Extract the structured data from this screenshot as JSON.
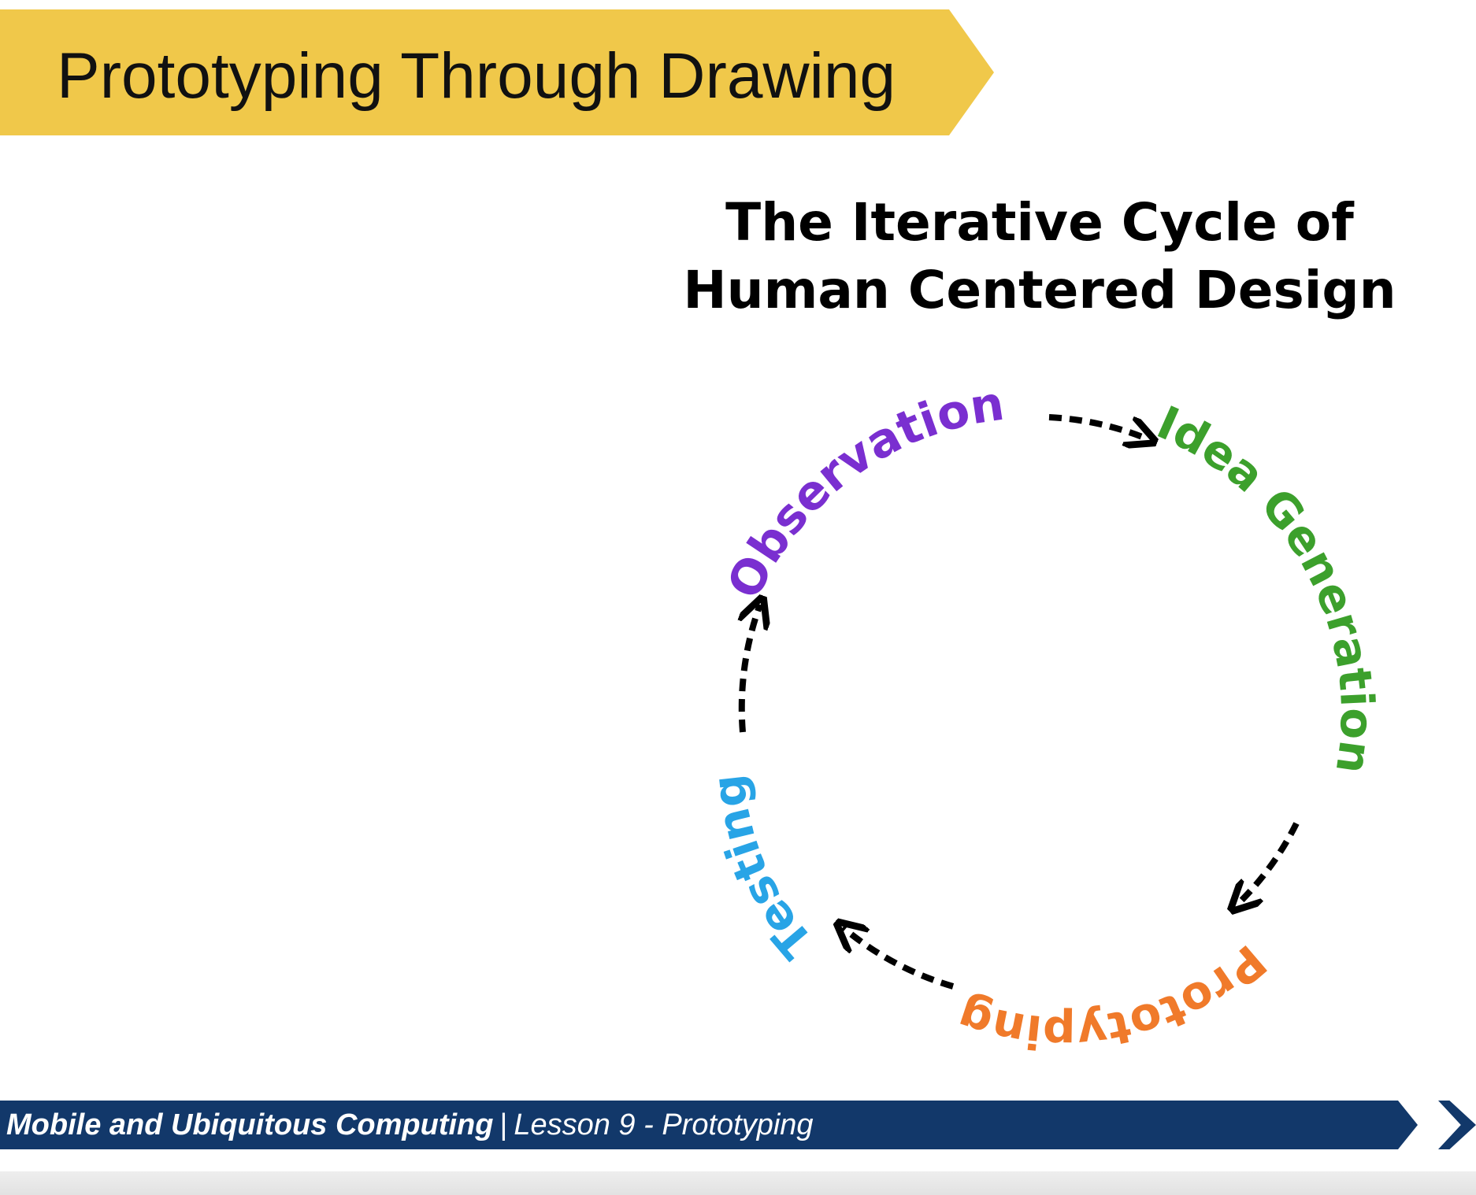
{
  "slide": {
    "title": "Prototyping Through Drawing",
    "banner_color": "#f0c84a"
  },
  "diagram": {
    "heading_line1": "The Iterative Cycle of",
    "heading_line2": "Human Centered Design",
    "stages": [
      {
        "label": "Observation",
        "color": "#7a2fd0"
      },
      {
        "label": "Idea Generation",
        "color": "#3ca02c"
      },
      {
        "label": "Prototyping",
        "color": "#f07a2a"
      },
      {
        "label": "Testing",
        "color": "#28a4e6"
      }
    ],
    "arrow_color": "#000000"
  },
  "footer": {
    "course": "Mobile and Ubiquitous Computing",
    "separator": "|",
    "lesson": "Lesson 9 - Prototyping",
    "bar_color": "#12386a"
  }
}
